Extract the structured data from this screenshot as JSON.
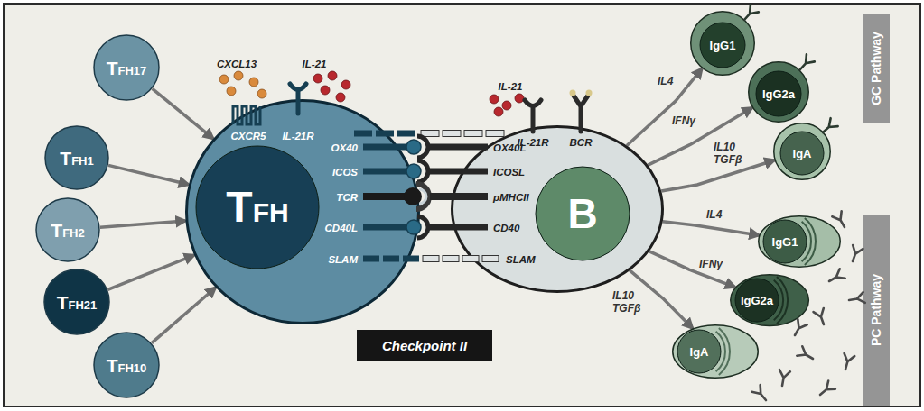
{
  "diagram": {
    "nodes": [
      {
        "text": [
          "TFH17"
        ]
      },
      {
        "text": [
          "TFH1"
        ]
      },
      {
        "text": [
          "TFH2"
        ]
      },
      {
        "text": [
          "TFH21"
        ]
      },
      {
        "text": [
          "TFH10"
        ]
      },
      {
        "text": [
          "TFH"
        ]
      },
      {
        "text": [
          "B"
        ]
      },
      {
        "text": [
          "IgG1"
        ]
      },
      {
        "text": [
          "IgG2a"
        ]
      },
      {
        "text": [
          "IgA"
        ]
      },
      {
        "text": [
          "IgG1"
        ]
      },
      {
        "text": [
          "IgG2a"
        ]
      },
      {
        "text": [
          "IgA"
        ]
      },
      {
        "text": [
          "GC Pathway"
        ]
      },
      {
        "text": [
          "PC Pathway"
        ]
      },
      {
        "text": [
          "Checkpoint II"
        ]
      }
    ],
    "edges": [
      {
        "from": 0,
        "to": 5,
        "arrow": "to"
      },
      {
        "from": 1,
        "to": 5,
        "arrow": "to"
      },
      {
        "from": 2,
        "to": 5,
        "arrow": "to"
      },
      {
        "from": 3,
        "to": 5,
        "arrow": "to"
      },
      {
        "from": 4,
        "to": 5,
        "arrow": "to"
      },
      {
        "from": 6,
        "to": 7,
        "label": "IL4",
        "arrow": "to"
      },
      {
        "from": 6,
        "to": 8,
        "label": "IFNγ",
        "arrow": "to"
      },
      {
        "from": 6,
        "to": 9,
        "label": "IL10 TGFβ",
        "arrow": "to"
      },
      {
        "from": 6,
        "to": 10,
        "label": "IL4",
        "arrow": "to"
      },
      {
        "from": 6,
        "to": 11,
        "label": "IFNγ",
        "arrow": "to"
      },
      {
        "from": 6,
        "to": 12,
        "label": "IL10 TGFβ",
        "arrow": "to"
      }
    ],
    "labels": [
      "CXCL13",
      "IL-21",
      "CXCR5",
      "IL-21R",
      "OX40",
      "ICOS",
      "TCR",
      "CD40L",
      "SLAM",
      "IL-21",
      "IL-21R",
      "BCR",
      "OX40L",
      "ICOSL",
      "pMHCII",
      "CD40",
      "SLAM"
    ]
  }
}
